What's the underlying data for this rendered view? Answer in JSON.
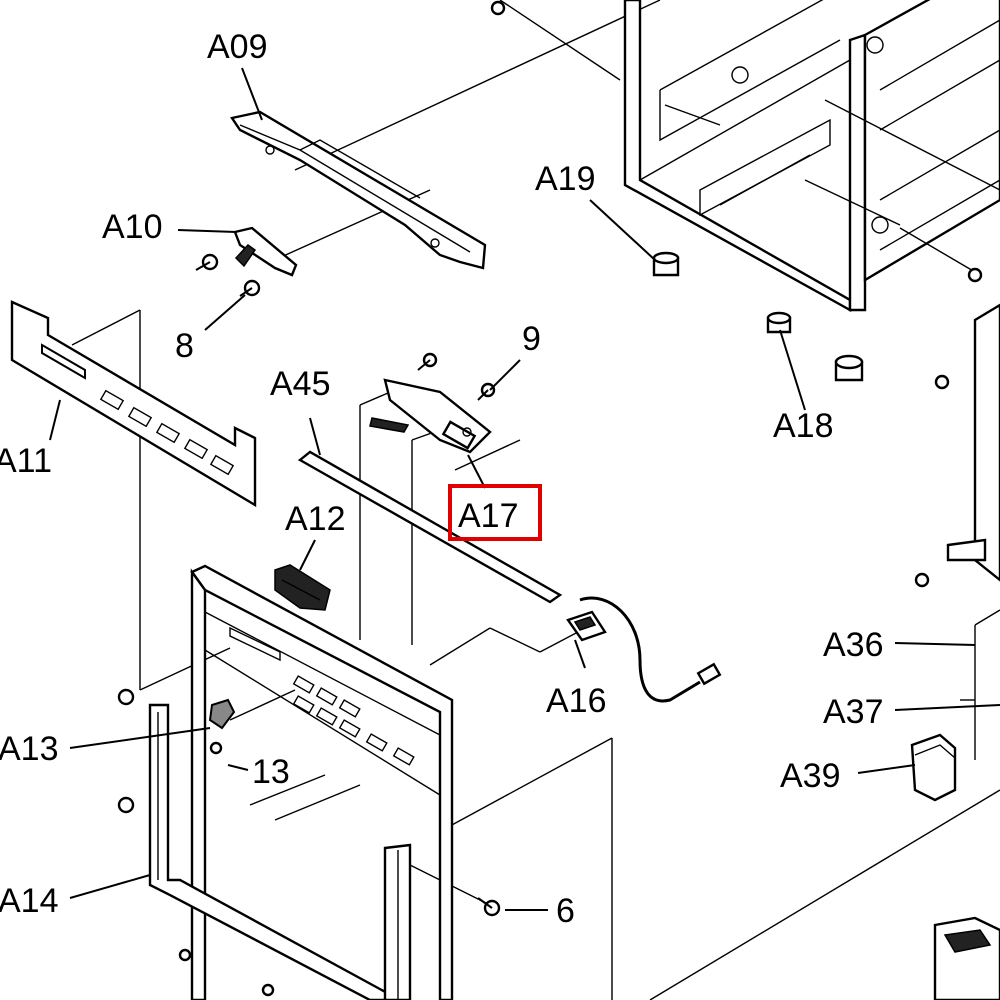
{
  "colors": {
    "highlight": "#e00000",
    "ink": "#000000",
    "paper": "#ffffff"
  },
  "labels": {
    "A09": "A09",
    "A10": "A10",
    "n8": "8",
    "A11": "A11",
    "A45": "A45",
    "n9": "9",
    "A17": "A17",
    "A12": "A12",
    "A19": "A19",
    "A18": "A18",
    "A16": "A16",
    "A36": "A36",
    "A37": "A37",
    "A39": "A39",
    "A13": "A13",
    "n13": "13",
    "A14": "A14",
    "n6": "6"
  },
  "highlighted_part": "A17"
}
